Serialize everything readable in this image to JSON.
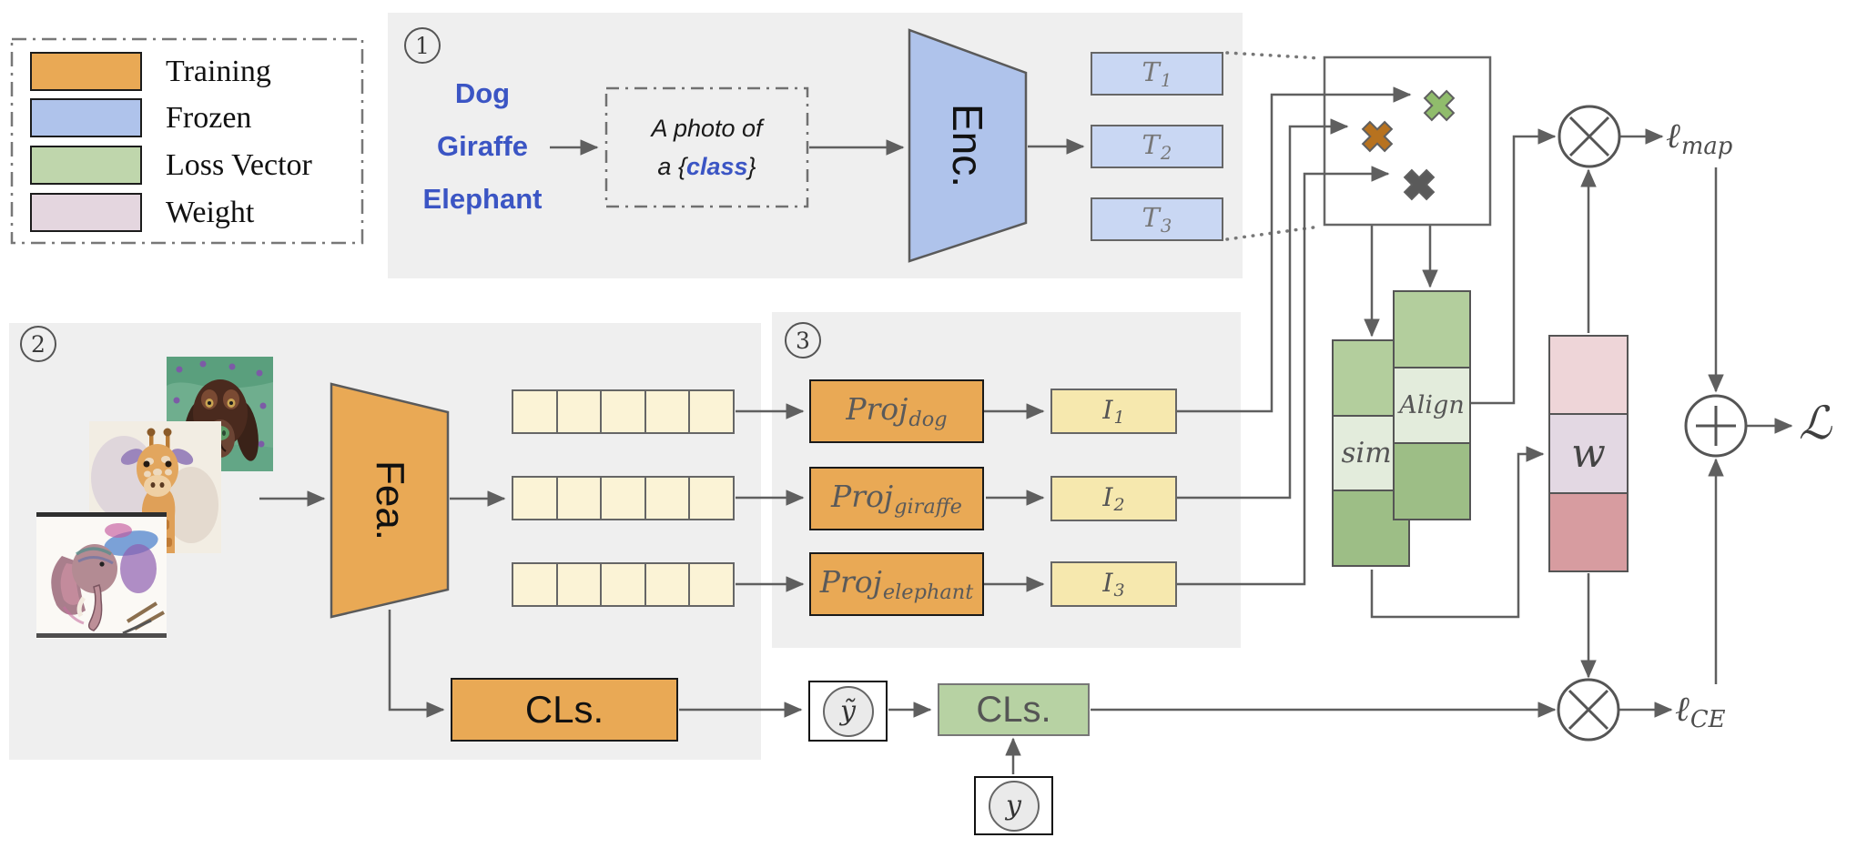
{
  "legend": {
    "items": [
      {
        "label": "Training",
        "color": "#E9A951"
      },
      {
        "label": "Frozen",
        "color": "#AFC4EC"
      },
      {
        "label": "Loss Vector",
        "color": "#BFD6AC"
      },
      {
        "label": "Weight",
        "color": "#E4D6DF"
      }
    ]
  },
  "stage1": {
    "number": "1",
    "class_names": [
      "Dog",
      "Giraffe",
      "Elephant"
    ],
    "prompt": {
      "line1": "A photo of",
      "a_prefix": "a ",
      "brace_open": "{",
      "class_word": "class",
      "brace_close": "}"
    },
    "encoder_label": "Enc.",
    "text_embeddings": [
      {
        "base": "T",
        "sub": "1"
      },
      {
        "base": "T",
        "sub": "2"
      },
      {
        "base": "T",
        "sub": "3"
      }
    ]
  },
  "stage2": {
    "number": "2",
    "image_icons": [
      "dog-painting",
      "giraffe-painting",
      "elephant-painting"
    ],
    "extractor_label": "Fea.",
    "classifier_label": "CLs."
  },
  "stage3": {
    "number": "3",
    "projections": [
      {
        "base": "Proj",
        "sub": "dog"
      },
      {
        "base": "Proj",
        "sub": "giraffe"
      },
      {
        "base": "Proj",
        "sub": "elephant"
      }
    ],
    "image_embeddings": [
      {
        "base": "I",
        "sub": "1"
      },
      {
        "base": "I",
        "sub": "2"
      },
      {
        "base": "I",
        "sub": "3"
      }
    ]
  },
  "fusion": {
    "sim_label": "sim.",
    "align_label": "Align",
    "weight_label": "w"
  },
  "losses": {
    "map": {
      "base": "ℓ",
      "sub": "map"
    },
    "ce": {
      "base": "ℓ",
      "sub": "CE"
    },
    "total": "ℒ"
  },
  "labels": {
    "pred": "ỹ",
    "true": "y",
    "cls": "CLs."
  },
  "colors": {
    "training_orange": "#E9A955",
    "frozen_blue": "#AFC3EB",
    "loss_green": "#BFD6AC",
    "weight_pink": "#E4D6DF",
    "t_box_blue": "#C9D7F3",
    "vector_yellow": "#FBF3D6",
    "embed_yellow": "#F6E8AE",
    "cls_green": "#B7D2A3",
    "green_mid": "#B3CE9D",
    "green_light": "#E3ECDC",
    "green_dark": "#9DBE86",
    "pink_light": "#EED5D8",
    "pink_mid": "#E3D8E3",
    "pink_dark": "#D79CA0",
    "x_green": "#90BC6C",
    "x_orange": "#B7721F",
    "x_dark": "#5A5A5A",
    "class_blue": "#3B55C4"
  }
}
